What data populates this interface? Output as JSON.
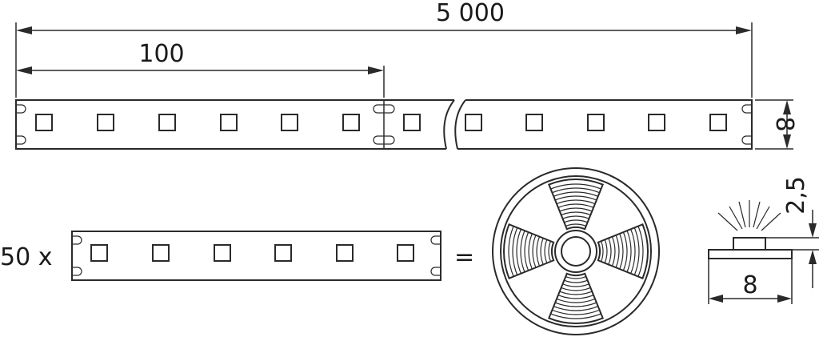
{
  "dimensions": {
    "total_length": "5 000",
    "segment_length": "100",
    "strip_width": "8",
    "led_height": "2,5",
    "profile_width": "8"
  },
  "quantity": "50 x",
  "equals": "="
}
